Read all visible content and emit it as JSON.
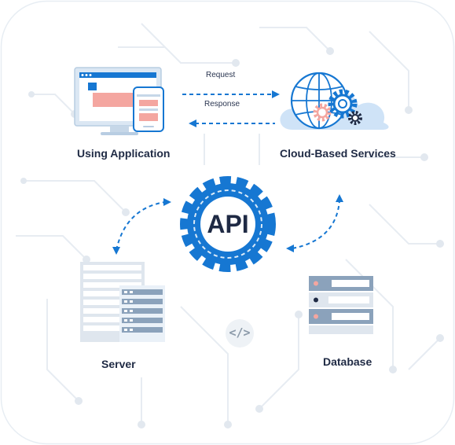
{
  "center": {
    "label": "API"
  },
  "nodes": {
    "app": {
      "label": "Using Application"
    },
    "cloud": {
      "label": "Cloud-Based Services"
    },
    "server": {
      "label": "Server"
    },
    "database": {
      "label": "Database"
    }
  },
  "flows": {
    "request": {
      "label": "Request"
    },
    "response": {
      "label": "Response"
    }
  },
  "code_symbol": "</>",
  "colors": {
    "primary": "#1677d2",
    "dark": "#1f2a44",
    "light_blue": "#cfe3f7",
    "card_bg": "#e8eef5",
    "salmon": "#f4a6a0",
    "circuit": "#e6ecf2"
  }
}
